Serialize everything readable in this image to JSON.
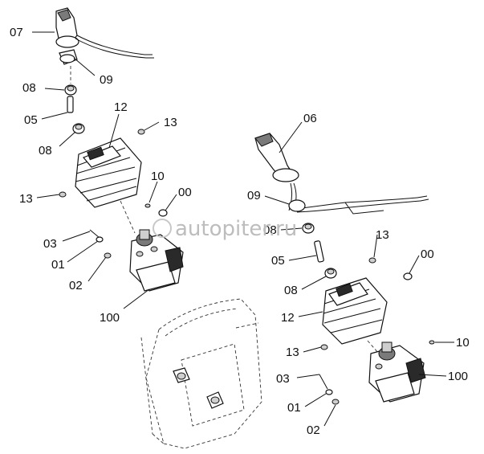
{
  "watermark": "autopiter.ru",
  "callouts": {
    "left": {
      "c07": "07",
      "c09": "09",
      "c08a": "08",
      "c05": "05",
      "c08b": "08",
      "c12": "12",
      "c13a": "13",
      "c13b": "13",
      "c10": "10",
      "c00": "00",
      "c03": "03",
      "c01": "01",
      "c02": "02",
      "c100": "100"
    },
    "right": {
      "c06": "06",
      "c09": "09",
      "c08a": "08",
      "c13a": "13",
      "c05": "05",
      "c00": "00",
      "c08b": "08",
      "c12": "12",
      "c13b": "13",
      "c10": "10",
      "c100": "100",
      "c03": "03",
      "c01": "01",
      "c02": "02"
    }
  },
  "icons": {
    "joystick_handle": "joystick-handle-icon",
    "rubber_boot": "rubber-boot-icon",
    "pilot_valve": "pilot-valve-icon",
    "cab_outline": "cab-outline-icon"
  }
}
